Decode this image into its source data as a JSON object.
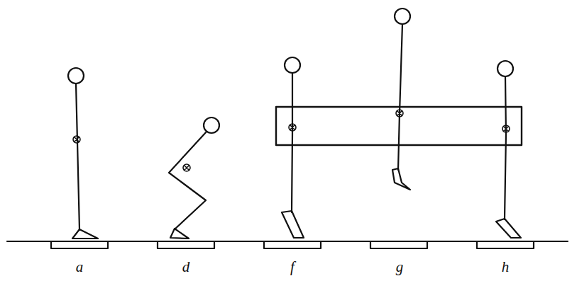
{
  "diagram": {
    "labels": [
      "a",
      "d",
      "f",
      "g",
      "h"
    ]
  }
}
